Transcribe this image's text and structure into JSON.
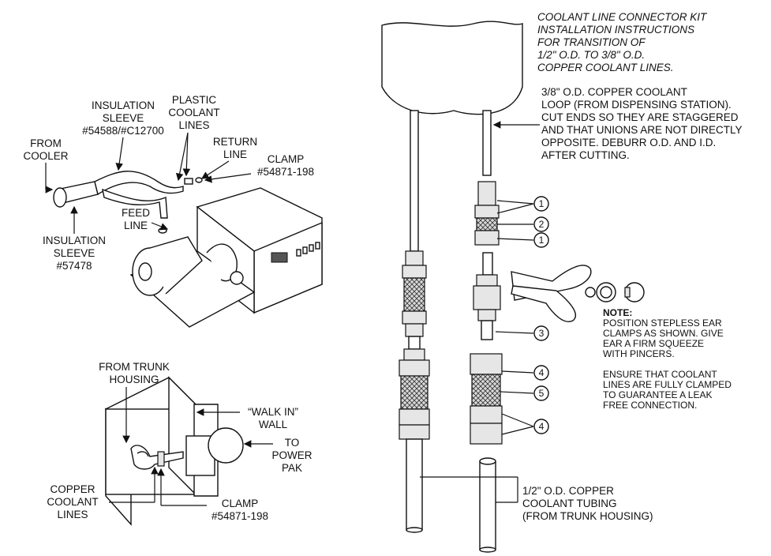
{
  "title_lines": [
    "COOLANT LINE CONNECTOR KIT",
    "INSTALLATION INSTRUCTIONS",
    "FOR TRANSITION OF",
    "1/2\" O.D. TO 3/8\" O.D.",
    "COPPER COOLANT LINES."
  ],
  "loop_note_lines": [
    "3/8\" O.D. COPPER COOLANT",
    "LOOP (FROM DISPENSING STATION).",
    "CUT ENDS SO THEY ARE STAGGERED",
    "AND THAT UNIONS ARE NOT DIRECTLY",
    "OPPOSITE. DEBURR O.D. AND I.D.",
    "AFTER CUTTING."
  ],
  "note_heading": "NOTE:",
  "note1_lines": [
    "POSITION STEPLESS EAR",
    "CLAMPS AS SHOWN. GIVE",
    "EAR A FIRM SQUEEZE",
    "WITH PINCERS."
  ],
  "note2_lines": [
    "ENSURE THAT COOLANT",
    "LINES ARE FULLY CLAMPED",
    "TO GUARANTEE A LEAK",
    "FREE CONNECTION."
  ],
  "tubing_note_lines": [
    "1/2\" O.D. COPPER",
    "COOLANT TUBING",
    "(FROM TRUNK HOUSING)"
  ],
  "callouts": [
    "1",
    "2",
    "1",
    "3",
    "4",
    "5",
    "4"
  ],
  "cooler_labels": {
    "insulation_top": [
      "INSULATION",
      "SLEEVE",
      "#54588/#C12700"
    ],
    "plastic_lines": [
      "PLASTIC",
      "COOLANT",
      "LINES"
    ],
    "from_cooler": [
      "FROM",
      "COOLER"
    ],
    "return_line": [
      "RETURN",
      "LINE"
    ],
    "clamp": [
      "CLAMP",
      "#54871-198"
    ],
    "feed_line": [
      "FEED",
      "LINE"
    ],
    "insulation_bottom": [
      "INSULATION",
      "SLEEVE",
      "#57478"
    ]
  },
  "wall_labels": {
    "from_trunk": [
      "FROM TRUNK",
      "HOUSING"
    ],
    "walk_in": [
      "“WALK IN”",
      "WALL"
    ],
    "to_power": [
      "TO",
      "POWER",
      "PAK"
    ],
    "copper_lines": [
      "COPPER",
      "COOLANT",
      "LINES"
    ],
    "clamp": [
      "CLAMP",
      "#54871-198"
    ]
  }
}
